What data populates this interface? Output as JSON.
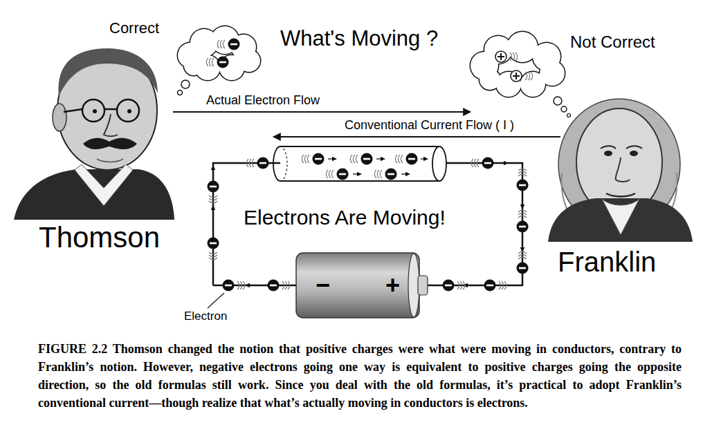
{
  "diagram": {
    "title": "What's Moving ?",
    "caption": "FIGURE 2.2 Thomson changed the notion that positive charges were what were moving in conductors, contrary to Franklin’s notion. However, negative electrons going one way is equivalent to positive charges going the opposite direction, so the old formulas still work. Since you deal with the old formulas, it’s practical to adopt Franklin’s conventional current—though realize that what’s actually moving in conductors is electrons.",
    "nodes": [
      {
        "text": [
          "−",
          "+"
        ]
      }
    ],
    "labels": [
      "Correct",
      "Not Correct",
      "Actual Electron Flow",
      "Conventional Current Flow ( I )",
      "Electrons Are Moving!",
      "Thomson",
      "Franklin",
      "Electron"
    ]
  }
}
